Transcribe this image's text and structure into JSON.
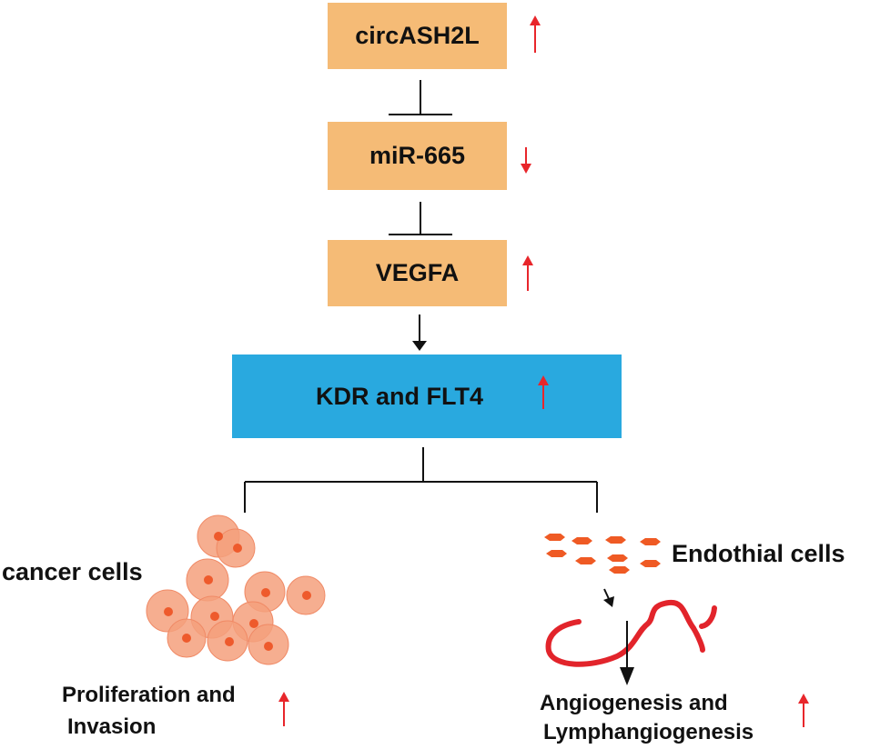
{
  "nodes": {
    "circ": "circASH2L",
    "mir": "miR-665",
    "vegfa": "VEGFA",
    "kdr": "KDR and FLT4"
  },
  "labels": {
    "cancer_cells": "cancer cells",
    "endothelial_cells": "Endothial cells",
    "proliferation_line1": "Proliferation and",
    "proliferation_line2": "Invasion",
    "angio_line1": "Angiogenesis and",
    "angio_line2": "Lymphangiogenesis"
  },
  "regulation": {
    "circ": "up",
    "mir": "down",
    "vegfa": "up",
    "kdr": "up",
    "proliferation": "up",
    "angiogenesis": "up"
  },
  "colors": {
    "node_fill": "#f5bb76",
    "receptor_fill": "#29a9df",
    "arrow_red": "#e8262b",
    "cell_fill": "#f4a07c",
    "cell_nucleus": "#ee5a2c",
    "endothelial_fill": "#ef5a24",
    "vessel": "#e2242b",
    "line": "#111111"
  }
}
